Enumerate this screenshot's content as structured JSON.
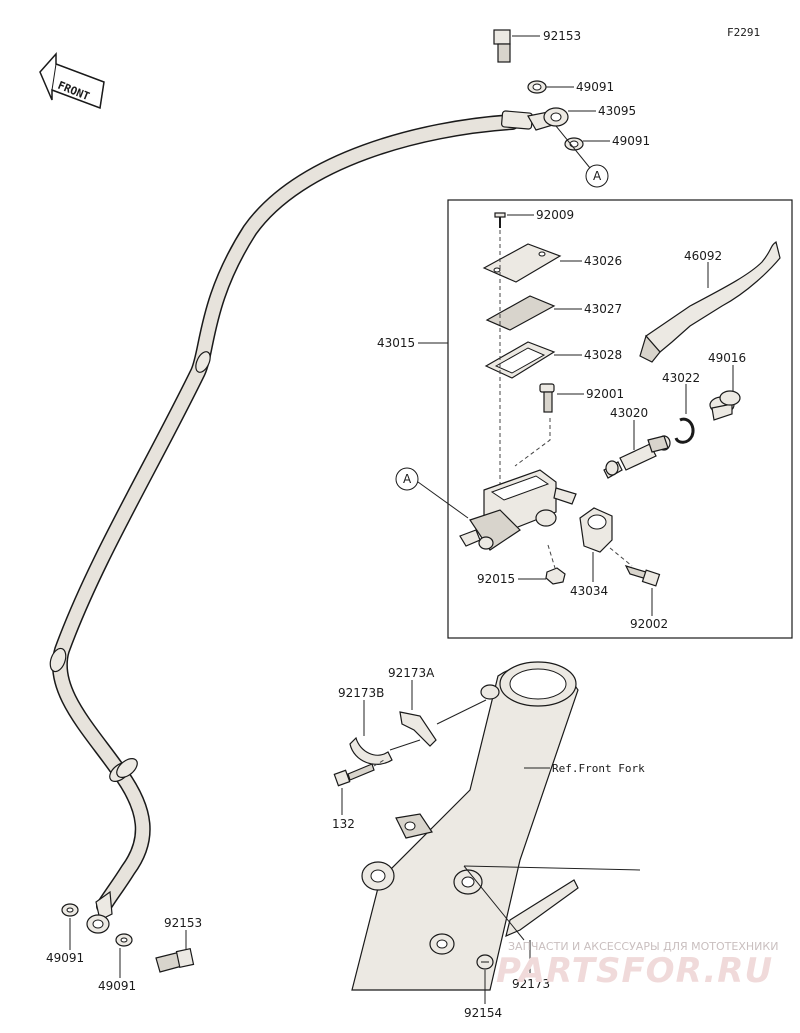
{
  "figure_code": "F2291",
  "front_label": "FRONT",
  "circle_ref": "A",
  "ref_text": "Ref.Front Fork",
  "watermark": {
    "tagline": "ЗАПЧАСТИ И АКСЕССУАРЫ ДЛЯ МОТОТЕХНИКИ",
    "brand": "PARTSFOR.RU"
  },
  "callouts": {
    "c92153_top": "92153",
    "c49091_a": "49091",
    "c43095": "43095",
    "c49091_b": "49091",
    "c92009": "92009",
    "c43026": "43026",
    "c43027": "43027",
    "c43028": "43028",
    "c43015": "43015",
    "c92001": "92001",
    "c46092": "46092",
    "c49016": "49016",
    "c43022": "43022",
    "c43020": "43020",
    "c92015": "92015",
    "c43034": "43034",
    "c92002": "92002",
    "c92173A": "92173A",
    "c92173B": "92173B",
    "c132": "132",
    "c49091_c": "49091",
    "c92153_bot": "92153",
    "c49091_d": "49091",
    "c92173": "92173",
    "c92154": "92154"
  }
}
